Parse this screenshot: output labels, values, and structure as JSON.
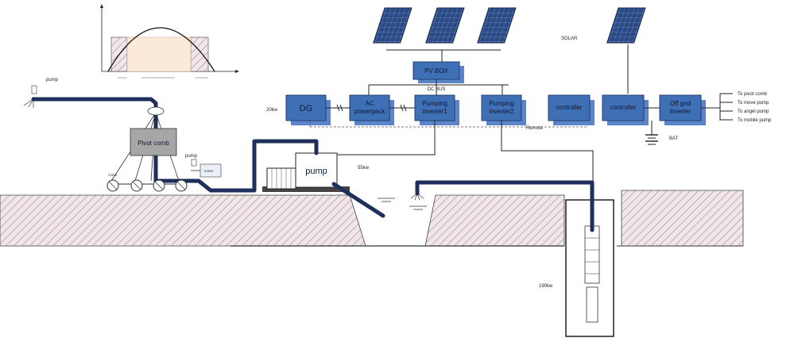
{
  "labels": {
    "pv_box": "PV BOX",
    "dc_bus": "DC BUS",
    "solar": "SOLAR",
    "dg": "DG",
    "dg_kw": "20kw",
    "ac_powerpack_1": "AC",
    "ac_powerpack_2": "powerpack",
    "pumping_inverter1_1": "Pumping",
    "pumping_inverter1_2": "inverter1",
    "pumping_inverter2_1": "Pumping",
    "pumping_inverter2_2": "inverter2",
    "controller_1": "controller",
    "controller_2": "controller",
    "offgrid_1": "Off grid",
    "offgrid_2": "inverter",
    "remote": "Remote",
    "bat": "BAT",
    "pivot_comb": "Pivot comb",
    "pump_top": "pump",
    "pump_small": "pump",
    "pump_main": "pump",
    "motor": "motor",
    "kw_55": "55kw",
    "kw_well": "190kw",
    "out_1": "To pivot comb",
    "out_2": "To move pump",
    "out_3": "To angel pump",
    "out_4": "To mobile pump"
  },
  "icons": [
    "solar-panel-icon",
    "sprinkler-icon",
    "motor-icon",
    "wheel-icon",
    "battery-icon",
    "water-level-icon"
  ],
  "colors": {
    "box": "#3f6fb4",
    "box_shadow": "#5b84c9",
    "pipe": "#1d2f5a",
    "ground_hatch": "#b8909a"
  }
}
